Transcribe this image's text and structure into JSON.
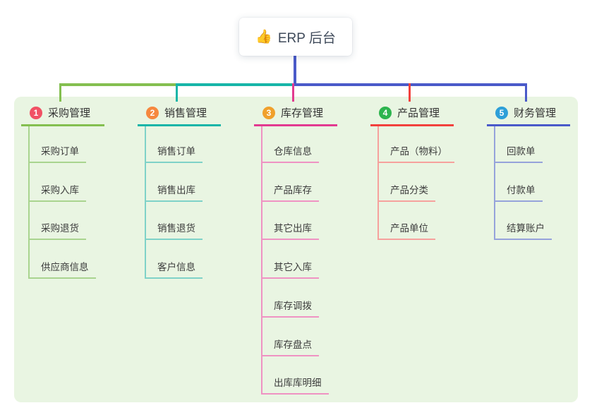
{
  "root": {
    "icon": "👍",
    "label": "ERP 后台"
  },
  "colors": {
    "page_bg": "#ffffff",
    "panel_bg": "#e9f5e2",
    "root_connector": "#4a5ac9",
    "root_text": "#3f4a5a",
    "title_text": "#333333",
    "sub_text": "#3c3c3c"
  },
  "branches": [
    {
      "badge": "1",
      "title": "采购管理",
      "badge_color": "#f15164",
      "line_color": "#84bf50",
      "sub_line_color": "#a9d48f",
      "children": [
        "采购订单",
        "采购入库",
        "采购退货",
        "供应商信息"
      ]
    },
    {
      "badge": "2",
      "title": "销售管理",
      "badge_color": "#f6883f",
      "line_color": "#17b5a8",
      "sub_line_color": "#7fd2c8",
      "children": [
        "销售订单",
        "销售出库",
        "销售退货",
        "客户信息"
      ]
    },
    {
      "badge": "3",
      "title": "库存管理",
      "badge_color": "#f0a02c",
      "line_color": "#e23a90",
      "sub_line_color": "#ef93c3",
      "children": [
        "仓库信息",
        "产品库存",
        "其它出库",
        "其它入库",
        "库存调拨",
        "库存盘点",
        "出库库明细"
      ]
    },
    {
      "badge": "4",
      "title": "产品管理",
      "badge_color": "#2db44e",
      "line_color": "#f2413d",
      "sub_line_color": "#f6a19d",
      "children": [
        "产品（物料）",
        "产品分类",
        "产品单位"
      ]
    },
    {
      "badge": "5",
      "title": "财务管理",
      "badge_color": "#2d9fd8",
      "line_color": "#4a5ac9",
      "sub_line_color": "#96a3db",
      "children": [
        "回款单",
        "付款单",
        "结算账户"
      ]
    }
  ]
}
